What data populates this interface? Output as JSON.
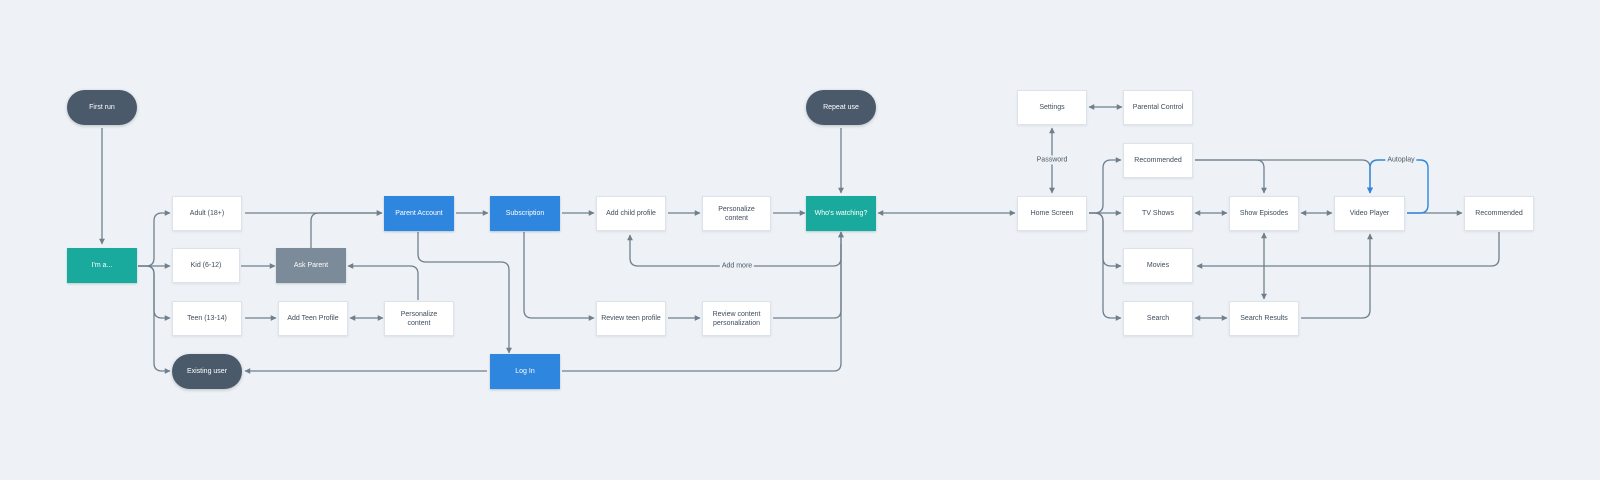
{
  "nodes": {
    "first_run": "First run",
    "repeat_use": "Repeat use",
    "im_a": "I'm a...",
    "adult": "Adult (18+)",
    "kid": "Kid (6-12)",
    "teen": "Teen (13-14)",
    "existing_user": "Existing user",
    "ask_parent": "Ask Parent",
    "add_teen_profile": "Add Teen Profile",
    "personalize_content_1": "Personalize content",
    "parent_account": "Parent Account",
    "subscription": "Subscription",
    "log_in": "Log In",
    "add_child_profile": "Add child profile",
    "personalize_content_2": "Personalize content",
    "review_teen_profile": "Review teen profile",
    "review_content_personalization": "Review content personalization",
    "whos_watching": "Who's watching?",
    "home_screen": "Home Screen",
    "settings": "Settings",
    "parental_control": "Parental Control",
    "recommended_1": "Recommended",
    "tv_shows": "TV Shows",
    "movies": "Movies",
    "search": "Search",
    "show_episodes": "Show Episodes",
    "search_results": "Search Results",
    "video_player": "Video Player",
    "recommended_2": "Recommended"
  },
  "edge_labels": {
    "add_more": "Add more",
    "password": "Password",
    "autoplay": "Autoplay"
  },
  "colors": {
    "background": "#eef2f6",
    "connector": "#6f7f8d",
    "autoplay_connector": "#2e86de",
    "primary_blue": "#2e86de",
    "teal": "#1aaa9d",
    "dark_pill": "#4a5a6b",
    "gray_box": "#7b8b99"
  }
}
